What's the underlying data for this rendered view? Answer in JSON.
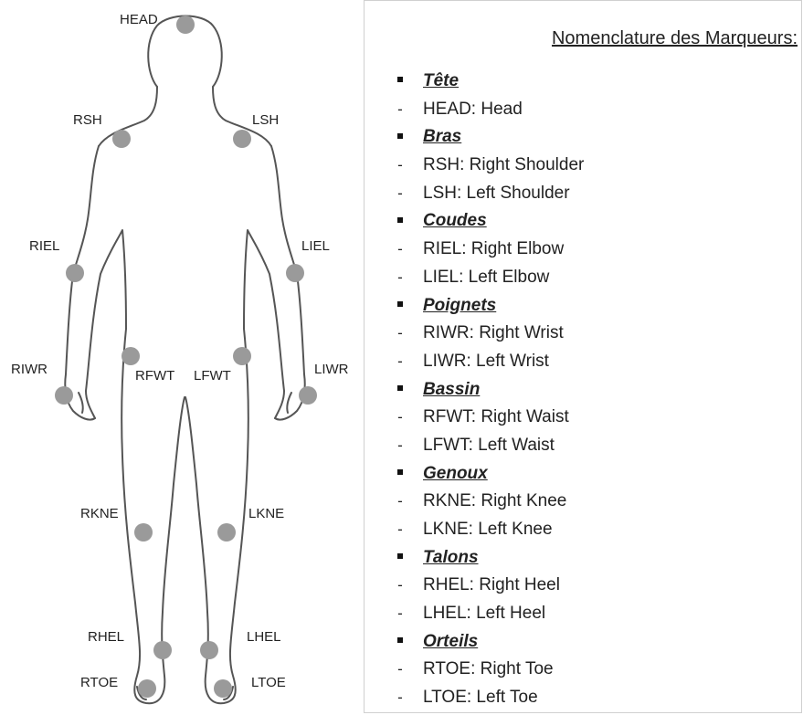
{
  "colors": {
    "marker": "#9a9a9a",
    "outline": "#555555",
    "text": "#222222"
  },
  "figure": {
    "labels": {
      "HEAD": "HEAD",
      "RSH": "RSH",
      "LSH": "LSH",
      "RIEL": "RIEL",
      "LIEL": "LIEL",
      "RIWR": "RIWR",
      "LIWR": "LIWR",
      "RFWT": "RFWT",
      "LFWT": "LFWT",
      "RKNE": "RKNE",
      "LKNE": "LKNE",
      "RHEL": "RHEL",
      "LHEL": "LHEL",
      "RTOE": "RTOE",
      "LTOE": "LTOE"
    }
  },
  "legend": {
    "title": "Nomenclature  des Marqueurs:",
    "entries": [
      {
        "kind": "category",
        "text": "Tête"
      },
      {
        "kind": "item",
        "text": "HEAD: Head"
      },
      {
        "kind": "category",
        "text": "Bras"
      },
      {
        "kind": "item",
        "text": "RSH: Right Shoulder"
      },
      {
        "kind": "item",
        "text": "LSH: Left Shoulder"
      },
      {
        "kind": "category",
        "text": "Coudes"
      },
      {
        "kind": "item",
        "text": "RIEL: Right Elbow"
      },
      {
        "kind": "item",
        "text": "LIEL: Left Elbow"
      },
      {
        "kind": "category",
        "text": "Poignets"
      },
      {
        "kind": "item",
        "text": "RIWR: Right Wrist"
      },
      {
        "kind": "item",
        "text": "LIWR: Left Wrist"
      },
      {
        "kind": "category",
        "text": "Bassin"
      },
      {
        "kind": "item",
        "text": "RFWT: Right Waist"
      },
      {
        "kind": "item",
        "text": "LFWT: Left Waist"
      },
      {
        "kind": "category",
        "text": "Genoux"
      },
      {
        "kind": "item",
        "text": "RKNE: Right Knee"
      },
      {
        "kind": "item",
        "text": "LKNE: Left Knee"
      },
      {
        "kind": "category",
        "text": "Talons"
      },
      {
        "kind": "item",
        "text": "RHEL:  Right Heel"
      },
      {
        "kind": "item",
        "text": "LHEL:  Left Heel"
      },
      {
        "kind": "category",
        "text": "Orteils"
      },
      {
        "kind": "item",
        "text": "RTOE: Right Toe"
      },
      {
        "kind": "item",
        "text": "LTOE: Left Toe"
      }
    ]
  }
}
